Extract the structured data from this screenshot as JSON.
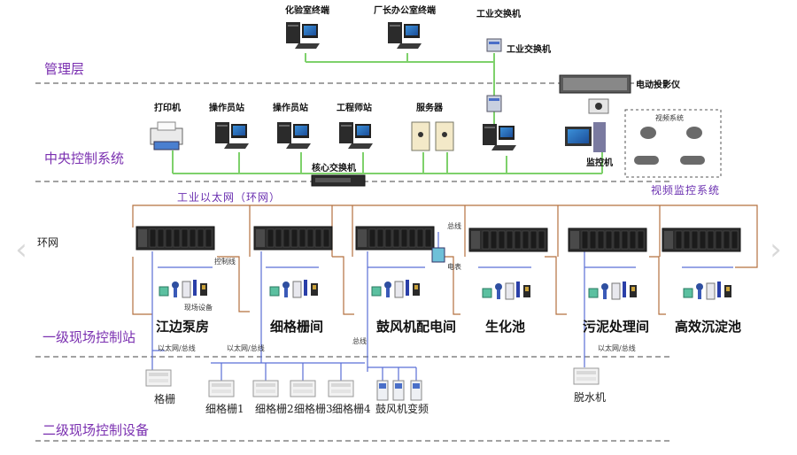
{
  "layers": {
    "management": "管理层",
    "central": "中央控制系统",
    "field1": "一级现场控制站",
    "field2": "二级现场控制设备"
  },
  "management": {
    "lab_terminal": "化验室终端",
    "director_terminal": "厂长办公室终端",
    "industrial_switch_top": "工业交换机",
    "industrial_switch_side": "工业交换机",
    "projector": "电动投影仪"
  },
  "central": {
    "printer": "打印机",
    "operator_1": "操作员站",
    "operator_2": "操作员站",
    "engineer": "工程师站",
    "server": "服务器",
    "core_switch": "核心交换机",
    "monitor": "监控机",
    "video_system": "视频系统",
    "video_monitoring": "视频监控系统"
  },
  "network": {
    "ethernet_ring": "工业以太网（环网）",
    "ring": "环网",
    "control_line": "控制线",
    "field_device": "现场设备",
    "bus_1": "总线",
    "meter": "电表",
    "bus_2": "总线"
  },
  "stations": [
    "江边泵房",
    "细格栅间",
    "鼓风机配电间",
    "生化池",
    "污泥处理间",
    "高效沉淀池"
  ],
  "field_links": {
    "link_1": "以太网/总线",
    "link_2": "以太网/总线",
    "link_3": "以太网/总线"
  },
  "devices": {
    "grille": "格栅",
    "fine_1": "细格栅1",
    "fine_2": "细格栅2",
    "fine_3": "细格栅3",
    "fine_4": "细格栅4",
    "blower_vfd": "鼓风机变频",
    "dewater": "脱水机"
  },
  "colors": {
    "layer_text": "#7a2fb0",
    "lan_green": "#7ed16b",
    "ring_brown": "#b5703f",
    "bus_blue": "#5a6fd6",
    "dashed": "#444444"
  },
  "icons": {
    "nav_left": "chevron-left-icon",
    "nav_right": "chevron-right-icon"
  }
}
